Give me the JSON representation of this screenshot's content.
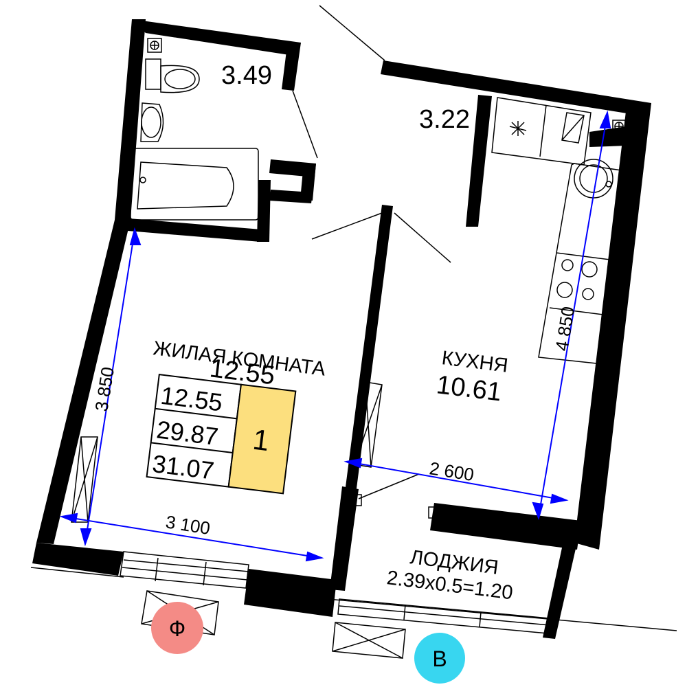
{
  "rooms": {
    "bathroom": {
      "area": "3.49"
    },
    "hall": {
      "area": "3.22"
    },
    "living": {
      "name": "ЖИЛАЯ КОМНАТА",
      "area": "12.55"
    },
    "kitchen": {
      "name": "КУХНЯ",
      "area": "10.61"
    },
    "loggia": {
      "name": "ЛОДЖИЯ",
      "formula": "2.39x0.5=1.20"
    }
  },
  "summary": {
    "living_area": "12.55",
    "total_area": "29.87",
    "total_with_loggia": "31.07",
    "room_count": "1",
    "badge_color": "#fcdf7e"
  },
  "dimensions": {
    "living_height": "3 850",
    "living_width": "3 100",
    "kitchen_width": "2 600",
    "kitchen_length": "4 850",
    "line_color": "#0000ff"
  },
  "facades": {
    "front": {
      "letter": "Ф",
      "color": "#f48b86"
    },
    "side": {
      "letter": "В",
      "color": "#38d6f0"
    }
  }
}
